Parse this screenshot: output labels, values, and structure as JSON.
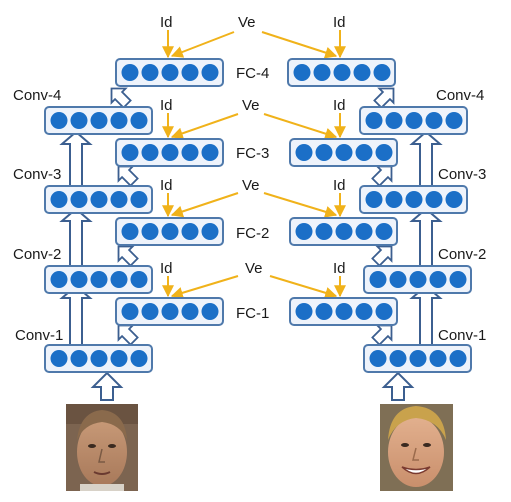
{
  "diagram": {
    "colors": {
      "layer_box_fill": "#eef3fb",
      "layer_box_stroke": "#4f79ab",
      "neuron": "#1b6fc7",
      "arrow_outline": "#3c5f90",
      "signal_arrow": "#f0b21a",
      "text": "#1a1a1a"
    },
    "conv_labels": {
      "left": [
        "Conv-1",
        "Conv-2",
        "Conv-3",
        "Conv-4"
      ],
      "right": [
        "Conv-1",
        "Conv-2",
        "Conv-3",
        "Conv-4"
      ]
    },
    "fc_labels": [
      "FC-1",
      "FC-2",
      "FC-3",
      "FC-4"
    ],
    "id_label": "Id",
    "ve_label": "Ve",
    "neurons_per_layer": 5,
    "inputs": [
      {
        "name": "left-face-photo",
        "description_icon": "face-photo-icon"
      },
      {
        "name": "right-face-photo",
        "description_icon": "face-photo-icon"
      }
    ]
  }
}
